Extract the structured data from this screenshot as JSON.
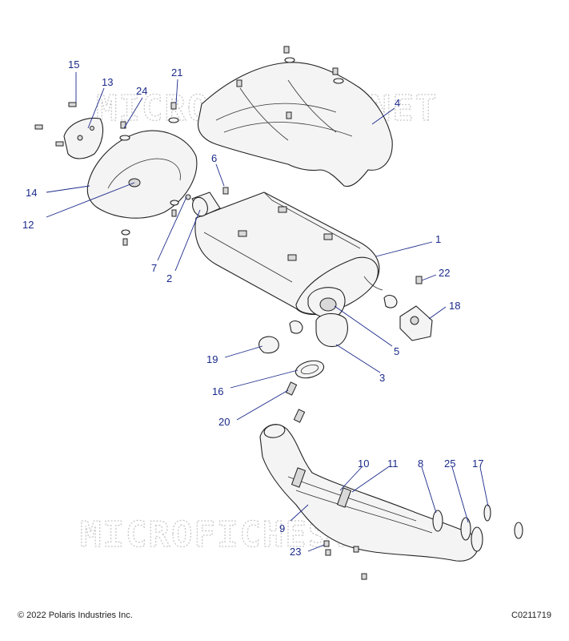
{
  "watermark": "MICROFICHES.NET",
  "footer": {
    "copyright": "© 2022 Polaris Industries Inc.",
    "drawing_id": "C0211719"
  },
  "callouts": {
    "c1": "1",
    "c2": "2",
    "c3": "3",
    "c4": "4",
    "c5": "5",
    "c6": "6",
    "c7": "7",
    "c8": "8",
    "c9": "9",
    "c10": "10",
    "c11": "11",
    "c12": "12",
    "c13": "13",
    "c14": "14",
    "c15": "15",
    "c16": "16",
    "c17": "17",
    "c18": "18",
    "c19": "19",
    "c20": "20",
    "c21": "21",
    "c22": "22",
    "c23": "23",
    "c24": "24",
    "c25": "25"
  },
  "colors": {
    "callout": "#1b2a8a",
    "line": "#222222",
    "watermark": "#c8c8c8"
  }
}
